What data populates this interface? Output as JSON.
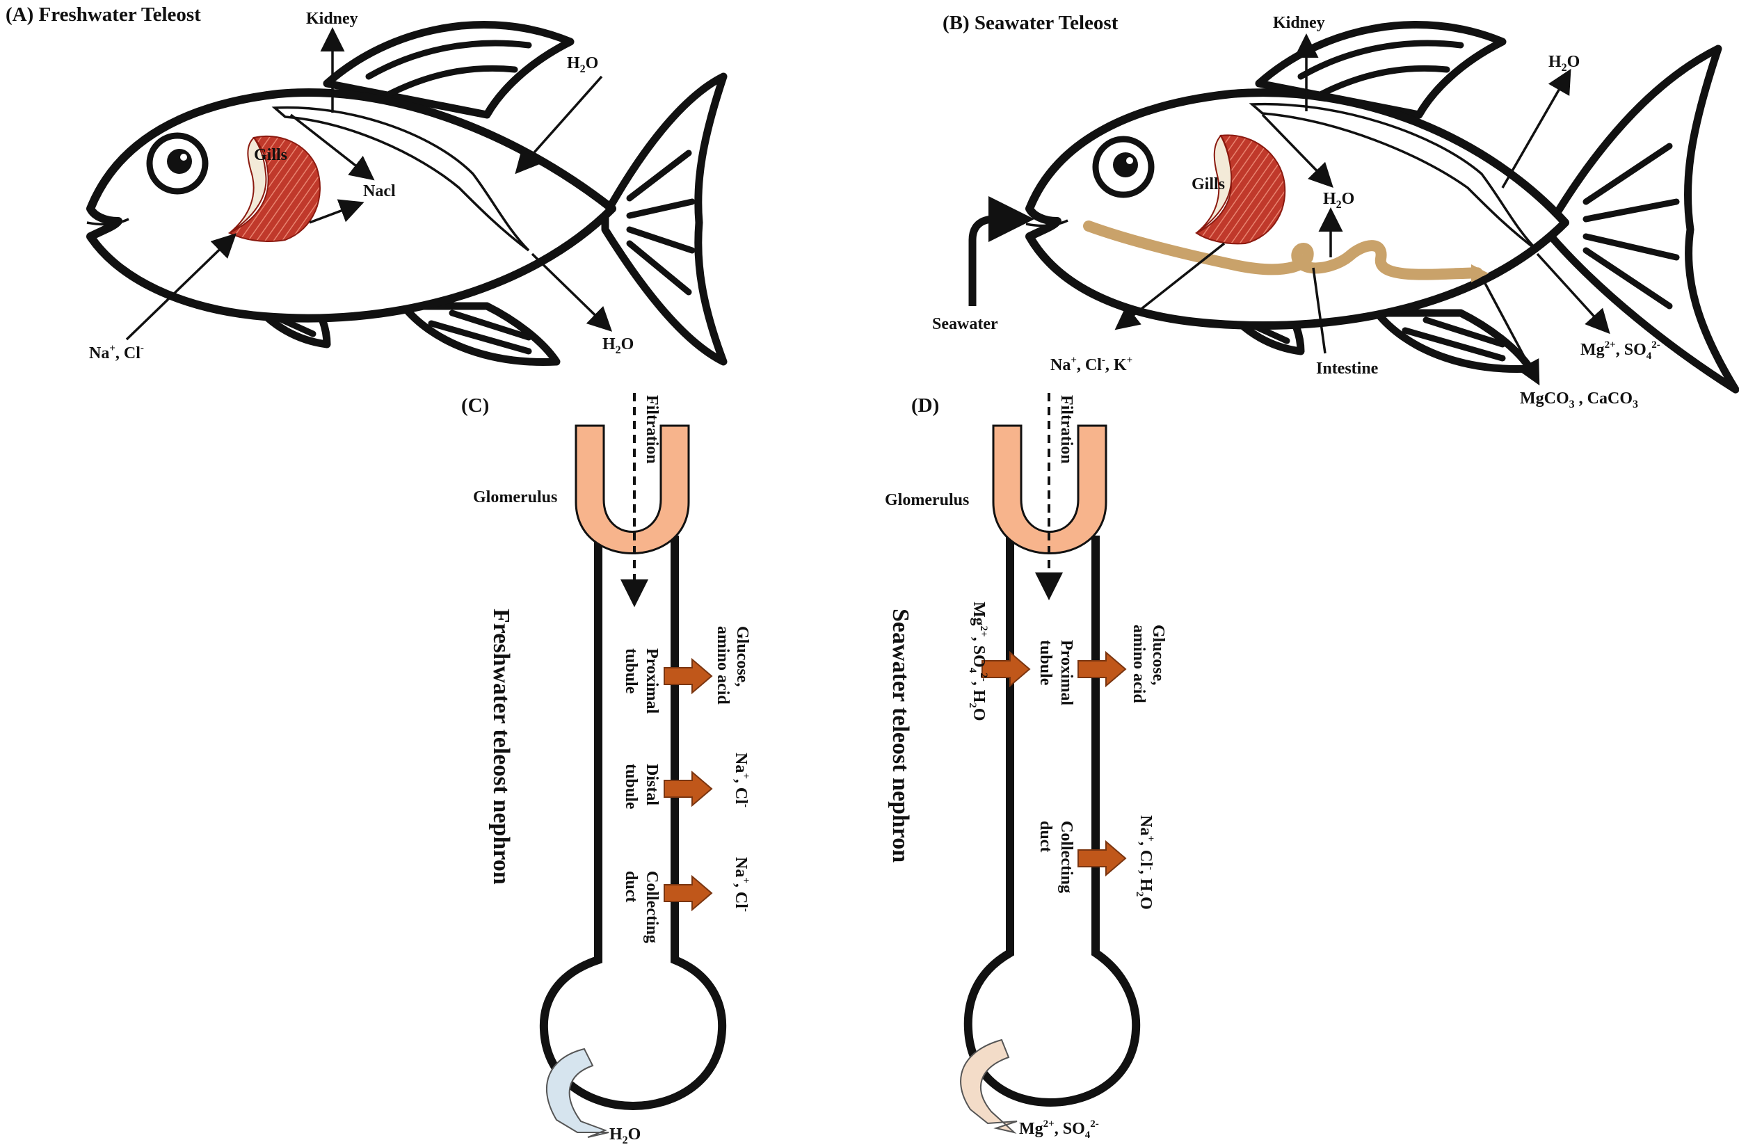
{
  "panels": {
    "a": {
      "title": "(A)  Freshwater Teleost"
    },
    "b": {
      "title": "(B)  Seawater Teleost"
    },
    "c": {
      "title": "(C)"
    },
    "d": {
      "title": "(D)"
    }
  },
  "fish_a": {
    "kidney": "Kidney",
    "water_in": "H2O",
    "gills": "Gills",
    "nacl": "Nacl",
    "ions_in": "Na+, Cl-",
    "water_out": "H2O"
  },
  "fish_b": {
    "kidney": "Kidney",
    "water_out_top": "H2O",
    "gills": "Gills",
    "water_intestine": "H2O",
    "seawater": "Seawater",
    "ions_out": "Na+, Cl-, K+",
    "intestine": "Intestine",
    "mg_so4": "Mg2+, SO42-",
    "carbonates": "MgCO3 , CaCO3"
  },
  "nephron_c": {
    "filtration": "Filtration",
    "glomerulus": "Glomerulus",
    "vertical_title": "Freshwater teleost nephron",
    "proximal_tubule": "Proximal tubule",
    "distal_tubule": "Distal tubule",
    "collecting_duct": "Collecting duct",
    "reabs_1": "Glucose, amino acid",
    "reabs_2": "Na+, Cl-",
    "reabs_3": "Na+, Cl-",
    "excreted": "H2O"
  },
  "nephron_d": {
    "filtration": "Filtration",
    "glomerulus": "Glomerulus",
    "vertical_title": "Seawater teleost nephron",
    "secreted_in": "Mg2+, SO42-, H2O",
    "proximal_tubule": "Proximal tubule",
    "collecting_duct": "Collecting duct",
    "reabs_1": "Glucose, amino acid",
    "reabs_2": "Na+, Cl-, H2O",
    "excreted": "Mg2+, SO42-"
  },
  "colors": {
    "gill": "#c0392b",
    "glomerulus_fill": "#f7b48c",
    "intestine": "#c9a26a",
    "transport_arrow": "#c0571a",
    "bottom_arrow_a": "#d6e4ee",
    "bottom_arrow_b": "#f3dcc8"
  }
}
